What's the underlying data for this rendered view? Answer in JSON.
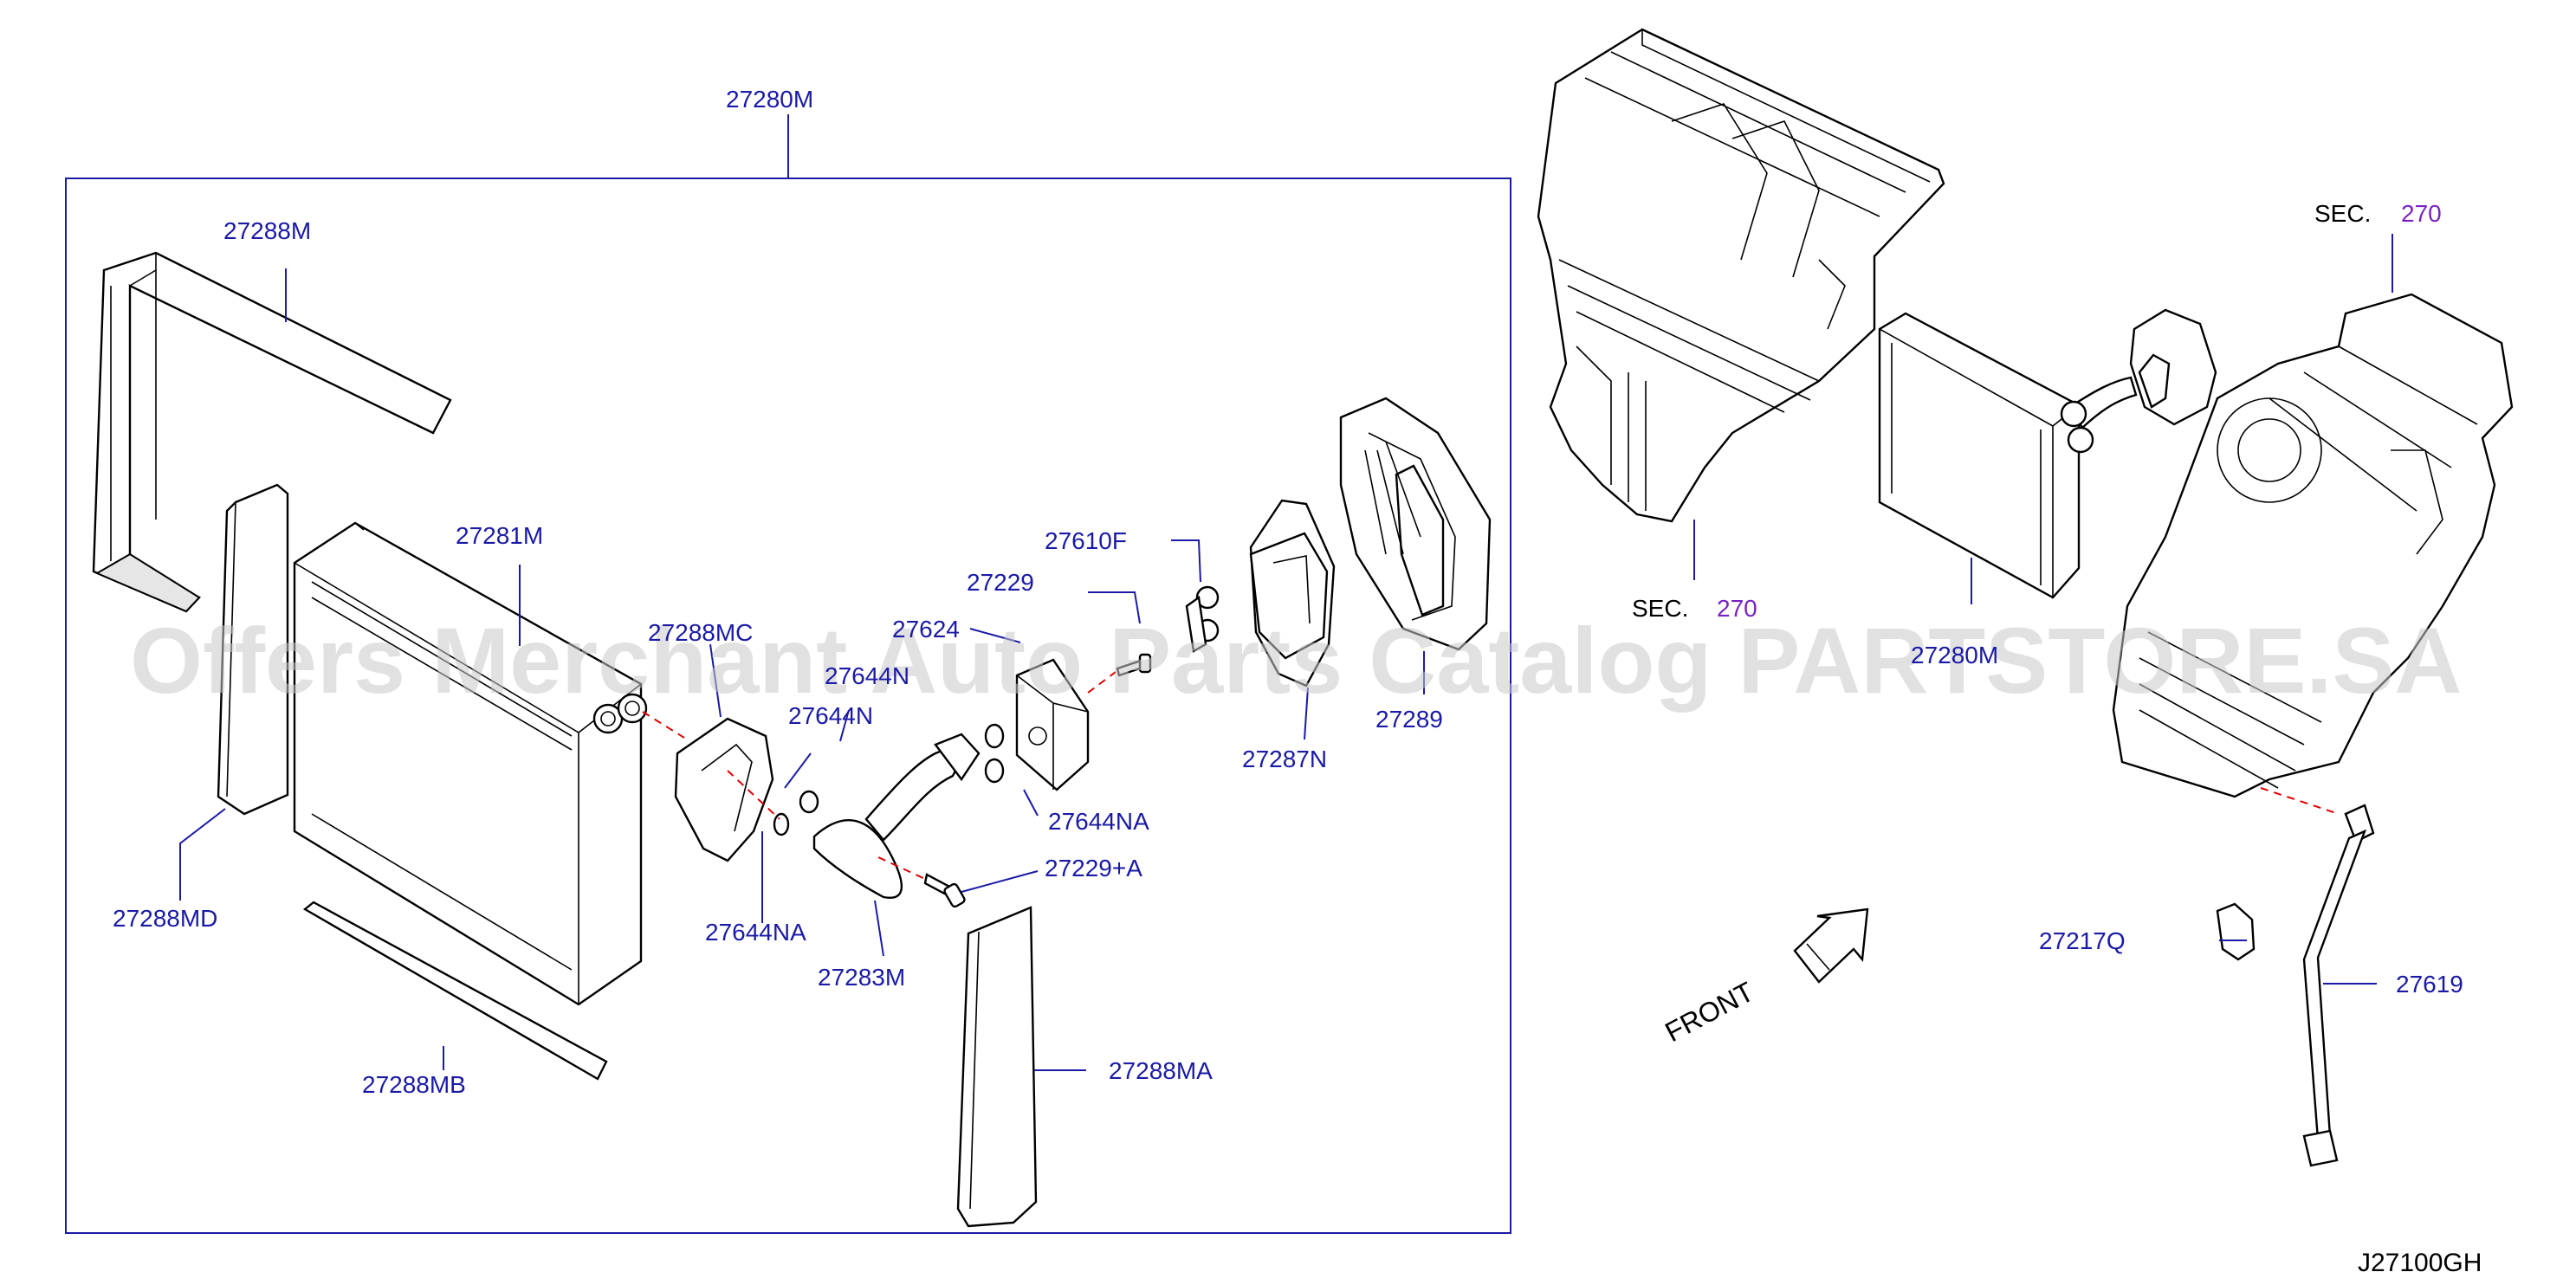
{
  "diagram_code": "J27100GH",
  "watermark": "Offers Merchant Auto Parts Catalog PARTSTORE.SA",
  "front_label": "FRONT",
  "section_refs": [
    {
      "prefix": "SEC.",
      "number": "270"
    },
    {
      "prefix": "SEC.",
      "number": "270"
    }
  ],
  "labels": [
    "27280M",
    "27288M",
    "27281M",
    "27288MC",
    "27624",
    "27644N",
    "27644N",
    "27229",
    "27610F",
    "27287N",
    "27289",
    "27644NA",
    "27644NA",
    "27229+A",
    "27283M",
    "27288MD",
    "27288MB",
    "27288MA",
    "27280M",
    "27217Q",
    "27619"
  ]
}
